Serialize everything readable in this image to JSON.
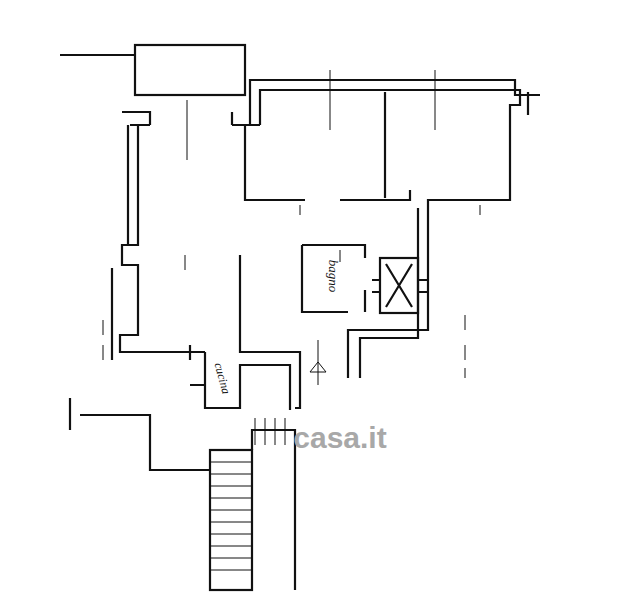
{
  "diagram": {
    "labels": [
      "bagno",
      "cucina",
      "casa.it"
    ]
  }
}
